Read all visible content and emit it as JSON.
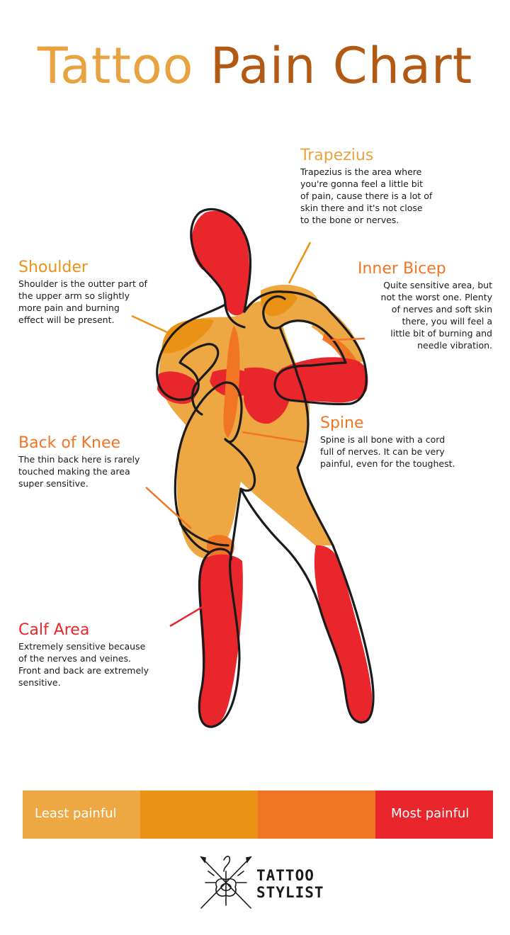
{
  "title": {
    "part1": "Tattoo",
    "part2": "Pain Chart"
  },
  "colors": {
    "title_light": "#e8a23f",
    "title_dark": "#b25a14",
    "least": "#eda843",
    "mid1": "#ea9216",
    "mid2": "#f07524",
    "most": "#e8262b",
    "outline": "#1b1b1b"
  },
  "labels": {
    "trapezius": {
      "heading": "Trapezius",
      "lines": [
        "Trapezius is the area where",
        "you're gonna feel a little bit",
        "of pain, cause there is a lot of",
        "skin there and it's not close",
        "to the bone or nerves."
      ]
    },
    "shoulder": {
      "heading": "Shoulder",
      "lines": [
        "Shoulder is the outter part of",
        "the upper arm so slightly",
        "more pain and burning",
        "effect will be present."
      ]
    },
    "inner_bicep": {
      "heading": "Inner Bicep",
      "lines": [
        "Quite sensitive area, but",
        "not the worst one. Plenty",
        "of nerves and soft skin",
        "there, you will feel a",
        "little bit of burning and",
        "needle vibration."
      ]
    },
    "spine": {
      "heading": "Spine",
      "lines": [
        "Spine is all bone with a cord",
        "full of nerves. It can be very",
        "painful, even for the toughest."
      ]
    },
    "back_of_knee": {
      "heading": "Back of Knee",
      "lines": [
        "The thin back here is rarely",
        "touched making the area",
        "super sensitive."
      ]
    },
    "calf_area": {
      "heading": "Calf Area",
      "lines": [
        "Extremely sensitive because",
        "of the nerves and veines.",
        "Front and back are extremely",
        "sensitive."
      ]
    }
  },
  "scale": {
    "least_label": "Least painful",
    "most_label": "Most painful"
  },
  "brand": {
    "line1": "TATTOO",
    "line2": "STYLIST",
    "icon": "rose-dagger-icon"
  }
}
